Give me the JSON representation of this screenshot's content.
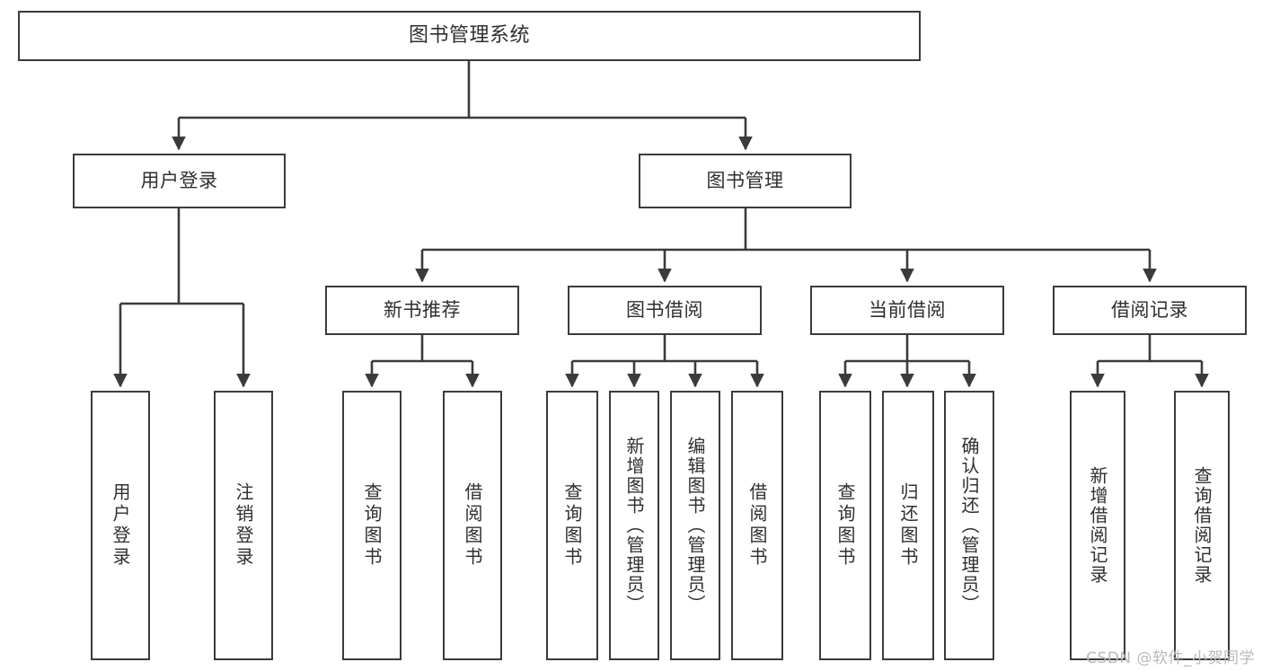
{
  "diagram": {
    "title_node": {
      "label": "图书管理系统"
    },
    "level2": [
      {
        "id": "user-login",
        "label": "用户登录"
      },
      {
        "id": "book-management",
        "label": "图书管理"
      }
    ],
    "level3": [
      {
        "id": "new-book-recommend",
        "label": "新书推荐"
      },
      {
        "id": "book-borrow",
        "label": "图书借阅"
      },
      {
        "id": "current-borrow",
        "label": "当前借阅"
      },
      {
        "id": "borrow-record",
        "label": "借阅记录"
      }
    ],
    "leaves": [
      {
        "id": "leaf-user-login",
        "label": "用户登录"
      },
      {
        "id": "leaf-logout-login",
        "label": "注销登录"
      },
      {
        "id": "leaf-query-book-1",
        "label": "查询图书"
      },
      {
        "id": "leaf-borrow-book-1",
        "label": "借阅图书"
      },
      {
        "id": "leaf-query-book-2",
        "label": "查询图书"
      },
      {
        "id": "leaf-add-book",
        "label": "新增图书（管理员）"
      },
      {
        "id": "leaf-edit-book",
        "label": "编辑图书（管理员）"
      },
      {
        "id": "leaf-borrow-book-2",
        "label": "借阅图书"
      },
      {
        "id": "leaf-query-book-3",
        "label": "查询图书"
      },
      {
        "id": "leaf-return-book",
        "label": "归还图书"
      },
      {
        "id": "leaf-confirm-return",
        "label": "确认归还（管理员）"
      },
      {
        "id": "leaf-add-record",
        "label": "新增借阅记录"
      },
      {
        "id": "leaf-query-record",
        "label": "查询借阅记录"
      }
    ]
  },
  "watermark": {
    "text": "CSDN @软件_小贺同学"
  },
  "colors": {
    "box_border": "#3b3b3b",
    "line": "#3b3b3b",
    "text": "#2f2f2f",
    "background": "#ffffff",
    "watermark": "#b9b9b9"
  }
}
